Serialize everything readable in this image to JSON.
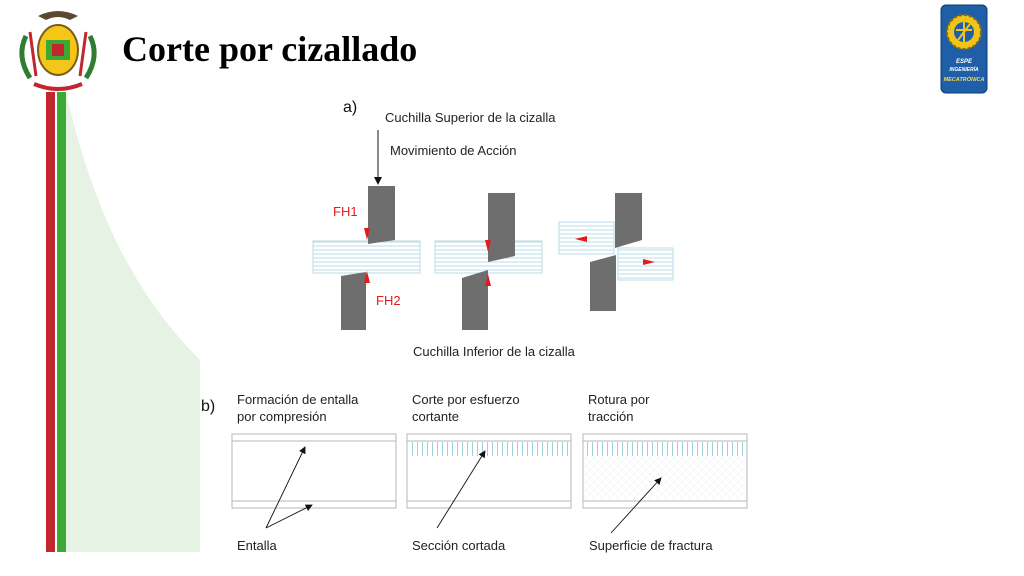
{
  "slide": {
    "title": "Corte por cizallado"
  },
  "logo": {
    "line1": "ESPE",
    "line2": "INGENIERÍA",
    "line3": "MECATRÓNICA"
  },
  "figure_a": {
    "label": "a)",
    "upper_blade": "Cuchilla Superior de la cizalla",
    "action": "Movimiento de Acción",
    "fh1": "FH1",
    "fh2": "FH2",
    "lower_blade": "Cuchilla Inferior de la cizalla"
  },
  "figure_b": {
    "label": "b)",
    "stage1_line1": "Formación de entalla",
    "stage1_line2": "por compresión",
    "stage2_line1": "Corte por esfuerzo",
    "stage2_line2": "cortante",
    "stage3_line1": "Rotura por",
    "stage3_line2": "tracción",
    "caption1": "Entalla",
    "caption2": "Sección cortada",
    "caption3": "Superficie de fractura"
  },
  "colors": {
    "red": "#c1272d",
    "green": "#3aaa35",
    "arrow": "#e21b1b",
    "blade": "#6e6e6e",
    "sheet_line": "#a9d6e5",
    "logo_bg": "#1f5fa8"
  }
}
